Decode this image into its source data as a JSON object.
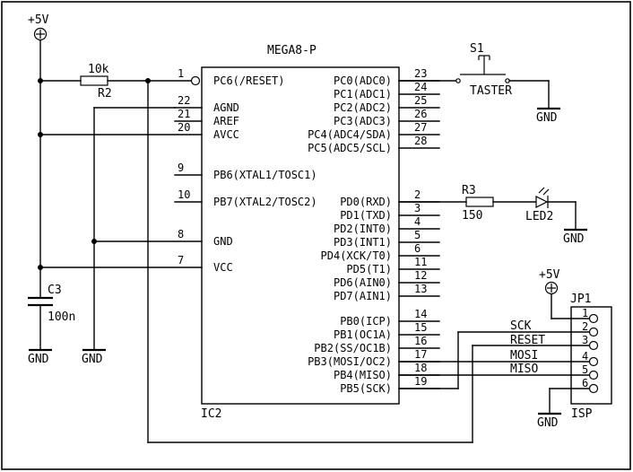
{
  "title": "MEGA8-P",
  "ic_ref": "IC2",
  "supply": {
    "label": "+5V"
  },
  "r2": {
    "ref": "R2",
    "value": "10k"
  },
  "r3": {
    "ref": "R3",
    "value": "150"
  },
  "c3": {
    "ref": "C3",
    "value": "100n"
  },
  "s1": {
    "ref": "S1",
    "value": "TASTER"
  },
  "led": {
    "ref": "LED2"
  },
  "gnd": "GND",
  "jp1": {
    "ref": "JP1",
    "name": "ISP",
    "supply": "+5V",
    "pins": [
      "1",
      "2",
      "3",
      "4",
      "5",
      "6"
    ]
  },
  "isp_signals": [
    "SCK",
    "RESET",
    "MOSI",
    "MISO"
  ],
  "left_pins": [
    {
      "num": "1",
      "name": "PC6(/RESET)"
    },
    {
      "num": "22",
      "name": "AGND"
    },
    {
      "num": "21",
      "name": "AREF"
    },
    {
      "num": "20",
      "name": "AVCC"
    },
    {
      "num": "9",
      "name": "PB6(XTAL1/TOSC1)"
    },
    {
      "num": "10",
      "name": "PB7(XTAL2/TOSC2)"
    },
    {
      "num": "8",
      "name": "GND"
    },
    {
      "num": "7",
      "name": "VCC"
    }
  ],
  "right_pins": [
    {
      "num": "23",
      "name": "PC0(ADC0)"
    },
    {
      "num": "24",
      "name": "PC1(ADC1)"
    },
    {
      "num": "25",
      "name": "PC2(ADC2)"
    },
    {
      "num": "26",
      "name": "PC3(ADC3)"
    },
    {
      "num": "27",
      "name": "PC4(ADC4/SDA)"
    },
    {
      "num": "28",
      "name": "PC5(ADC5/SCL)"
    },
    {
      "num": "2",
      "name": "PD0(RXD)"
    },
    {
      "num": "3",
      "name": "PD1(TXD)"
    },
    {
      "num": "4",
      "name": "PD2(INT0)"
    },
    {
      "num": "5",
      "name": "PD3(INT1)"
    },
    {
      "num": "6",
      "name": "PD4(XCK/T0)"
    },
    {
      "num": "11",
      "name": "PD5(T1)"
    },
    {
      "num": "12",
      "name": "PD6(AIN0)"
    },
    {
      "num": "13",
      "name": "PD7(AIN1)"
    },
    {
      "num": "14",
      "name": "PB0(ICP)"
    },
    {
      "num": "15",
      "name": "PB1(OC1A)"
    },
    {
      "num": "16",
      "name": "PB2(SS/OC1B)"
    },
    {
      "num": "17",
      "name": "PB3(MOSI/OC2)"
    },
    {
      "num": "18",
      "name": "PB4(MISO)"
    },
    {
      "num": "19",
      "name": "PB5(SCK)"
    }
  ]
}
